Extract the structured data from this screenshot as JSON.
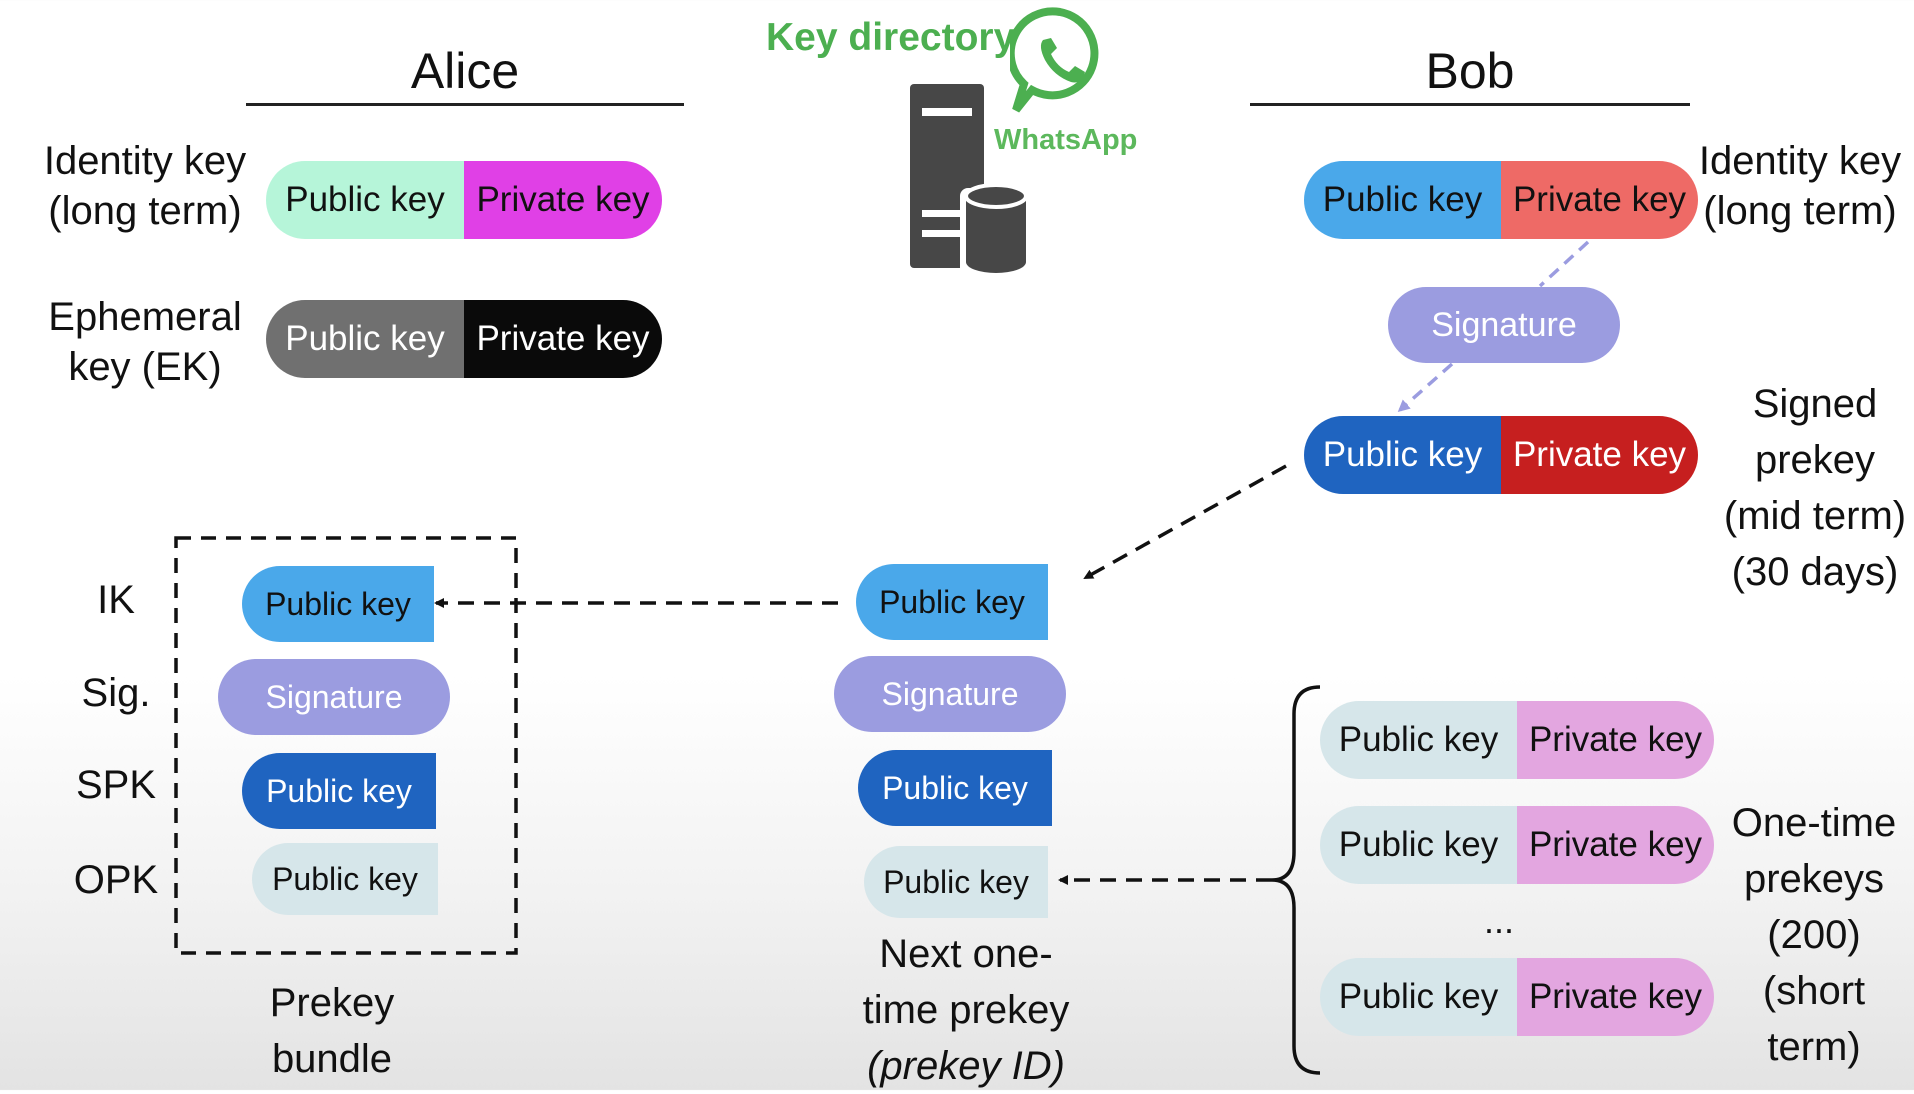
{
  "header": {
    "alice": "Alice",
    "bob": "Bob",
    "key_directory": "Key directory",
    "whatsapp": "WhatsApp"
  },
  "alice": {
    "identity_label": [
      "Identity key",
      "(long term)"
    ],
    "ephemeral_label": [
      "Ephemeral",
      "key (EK)"
    ],
    "identity_pub": "Public key",
    "identity_priv": "Private key",
    "eph_pub": "Public key",
    "eph_priv": "Private key"
  },
  "bob": {
    "identity_label": [
      "Identity key",
      "(long term)"
    ],
    "identity_pub": "Public key",
    "identity_priv": "Private key",
    "signature": "Signature",
    "spk_pub": "Public key",
    "spk_priv": "Private key",
    "spk_label": [
      "Signed",
      "prekey",
      "(mid term)",
      "(30 days)"
    ],
    "opk_rows": [
      {
        "pub": "Public key",
        "priv": "Private key"
      },
      {
        "pub": "Public key",
        "priv": "Private key"
      },
      {
        "pub": "Public key",
        "priv": "Private key"
      }
    ],
    "opk_ellipsis": "...",
    "opk_label": [
      "One-time",
      "prekeys",
      "(200)",
      "(short term)"
    ]
  },
  "bundle": {
    "row_labels": [
      "IK",
      "Sig.",
      "SPK",
      "OPK"
    ],
    "ik": "Public key",
    "sig": "Signature",
    "spk": "Public key",
    "opk": "Public key",
    "caption": [
      "Prekey",
      "bundle"
    ]
  },
  "middle": {
    "ik": "Public key",
    "sig": "Signature",
    "spk": "Public key",
    "opk": "Public key",
    "caption_1": "Next one-",
    "caption_2": "time prekey",
    "caption_3": "(prekey ID)"
  },
  "colors": {
    "green": "#4caf50",
    "mint": "#b6f5d9",
    "magenta": "#e040e6",
    "gray": "#707070",
    "black": "#0a0a0a",
    "sky": "#4aa8ea",
    "salmon": "#ee6a66",
    "lavender": "#9b9ce0",
    "royal": "#1f64c0",
    "crimson": "#c61f1f",
    "pale": "#d6e6ea",
    "pink": "#e3a6e0"
  }
}
